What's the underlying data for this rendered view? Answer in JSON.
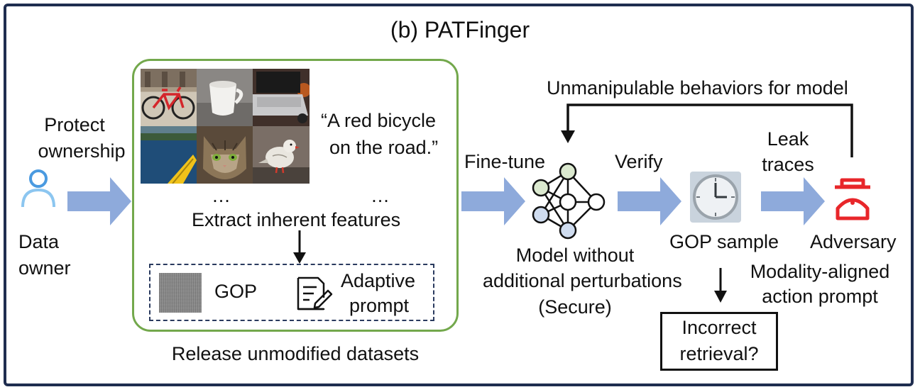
{
  "title": "(b) PATFinger",
  "data_owner": {
    "protect_line1": "Protect",
    "protect_line2": "ownership",
    "label_line1": "Data",
    "label_line2": "owner"
  },
  "dataset": {
    "caption_line1": "“A red bicycle",
    "caption_line2": "on the road.”",
    "ellipsis_left": "…",
    "ellipsis_right": "…",
    "extract_label": "Extract inherent features",
    "gop_label": "GOP",
    "prompt_line1": "Adaptive",
    "prompt_line2": "prompt",
    "release_label": "Release unmodified datasets",
    "images": [
      "bicycle",
      "cup",
      "laptop",
      "kayak",
      "cat",
      "bird"
    ]
  },
  "model": {
    "finetune_label": "Fine-tune",
    "line1": "Model without",
    "line2": "additional perturbations",
    "line3": "(Secure)"
  },
  "verify": {
    "label": "Verify",
    "sample_label": "GOP sample",
    "incorrect_line1": "Incorrect",
    "incorrect_line2": "retrieval?"
  },
  "adversary": {
    "leak_line1": "Leak",
    "leak_line2": "traces",
    "label": "Adversary",
    "prompt_line1": "Modality-aligned",
    "prompt_line2": "action prompt",
    "feedback_label": "Unmanipulable behaviors for model"
  },
  "colors": {
    "frame": "#1f2d4f",
    "green_box": "#73a84c",
    "arrow_fill": "#8eaadb",
    "adversary": "#e8262a",
    "user_icon": "#4a9ae0"
  }
}
